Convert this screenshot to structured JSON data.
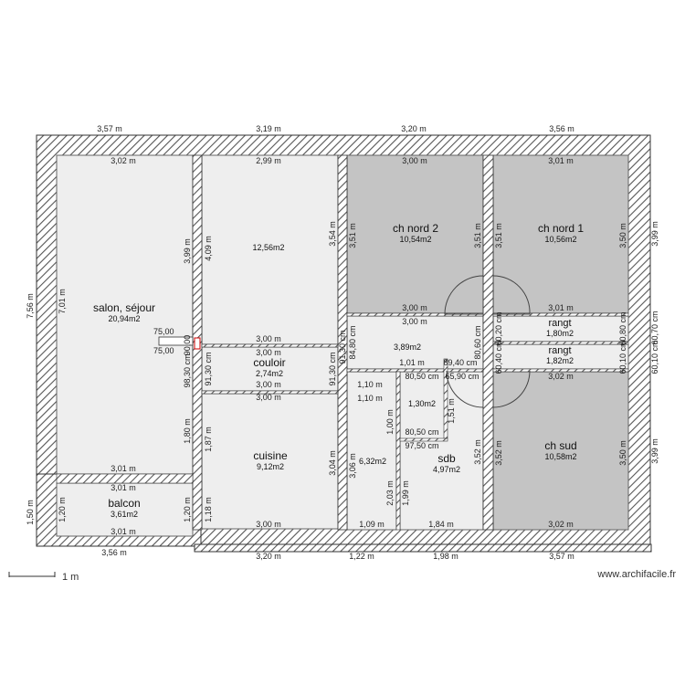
{
  "colors": {
    "wall": "#555555",
    "room_light": "#eeeeee",
    "room_dark": "#c4c4c4",
    "bg": "#ffffff"
  },
  "top_dims": {
    "d1": "3,57 m",
    "d2": "3,19 m",
    "d3": "3,20 m",
    "d4": "3,56 m"
  },
  "bottom_dims": {
    "d1": "3,56 m",
    "d2": "3,20 m",
    "d3": "1,22 m",
    "d4": "1,98 m",
    "d5": "3,57 m"
  },
  "left_dims": {
    "d1": "7,56 m",
    "d2": "1,50 m"
  },
  "right_dims": {
    "d1": "3,99 m",
    "d2": "60,70 cm",
    "d3": "60,10 cm",
    "d4": "3,99 m"
  },
  "rooms": {
    "salon": {
      "name": "salon, séjour",
      "area": "20,94m2",
      "top": "3,02 m",
      "bottom": "3,01 m",
      "left": "7,01 m",
      "right": "3,99 m"
    },
    "balcon": {
      "name": "balcon",
      "area": "3,61m2",
      "top": "3,01 m",
      "bottom": "3,01 m",
      "left": "1,20 m",
      "right": "1,20 m"
    },
    "room2": {
      "area": "12,56m2",
      "top": "2,99 m",
      "bottom": "3,00 m",
      "left": "4,09 m",
      "right": "3,54 m"
    },
    "couloir": {
      "name": "couloir",
      "area": "2,74m2",
      "top": "3,00 m",
      "bottom": "3,00 m",
      "left": "91,30 cm",
      "right": "91,30 cm"
    },
    "cuisine": {
      "name": "cuisine",
      "area": "9,12m2",
      "top": "3,00 m",
      "bottom": "3,00 m",
      "left": "1,87 m",
      "right": "3,04 m",
      "left2": "1,18 m"
    },
    "ch_nord_2": {
      "name": "ch nord 2",
      "area": "10,54m2",
      "top": "3,00 m",
      "bottom": "3,00 m",
      "left": "3,51 m",
      "right": "3,51 m"
    },
    "ch_nord_1": {
      "name": "ch nord 1",
      "area": "10,56m2",
      "top": "3,01 m",
      "bottom": "3,01 m",
      "left": "3,51 m",
      "right": "3,50 m"
    },
    "hall": {
      "area": "3,89m2",
      "top": "3,00 m",
      "left": "84,80 cm",
      "right": "80,60 cm",
      "dim_a": "1,01 m",
      "dim_b": "89,40 cm",
      "dim_c": "1,10 m",
      "dim_d": "1,10 m"
    },
    "wc": {
      "area": "1,30m2",
      "dim_a": "80,50 cm",
      "dim_b": "65,90 cm",
      "dim_c": "80,50 cm",
      "dim_d": "97,50 cm",
      "dim_e": "1,00 m",
      "dim_f": "1,51 m"
    },
    "rangt1": {
      "name": "rangt",
      "area": "1,80m2",
      "left": "60,20 cm",
      "right": "60,80 cm"
    },
    "rangt2": {
      "name": "rangt",
      "area": "1,82m2",
      "left": "60,40 cm",
      "right": "60,10 cm"
    },
    "room_632": {
      "area": "6,32m2",
      "bottom": "1,09 m",
      "left": "3,06 m",
      "right": "2,03 m"
    },
    "sdb": {
      "name": "sdb",
      "area": "4,97m2",
      "bottom": "1,84 m",
      "left": "1,99 m",
      "right": "3,52 m"
    },
    "ch_sud": {
      "name": "ch sud",
      "area": "10,58m2",
      "top": "3,02 m",
      "bottom": "3,02 m",
      "left": "3,52 m",
      "right": "3,50 m"
    }
  },
  "misc": {
    "salon_gap": "1,80 m",
    "salon_wall": "98,30 cm",
    "win_a": "75,00",
    "win_b": "75,00",
    "tiny": "90,00",
    "hall_left_gap": "91,30 cm"
  },
  "scale": {
    "label": "1 m"
  },
  "credit": {
    "text": "www.archifacile.fr"
  }
}
